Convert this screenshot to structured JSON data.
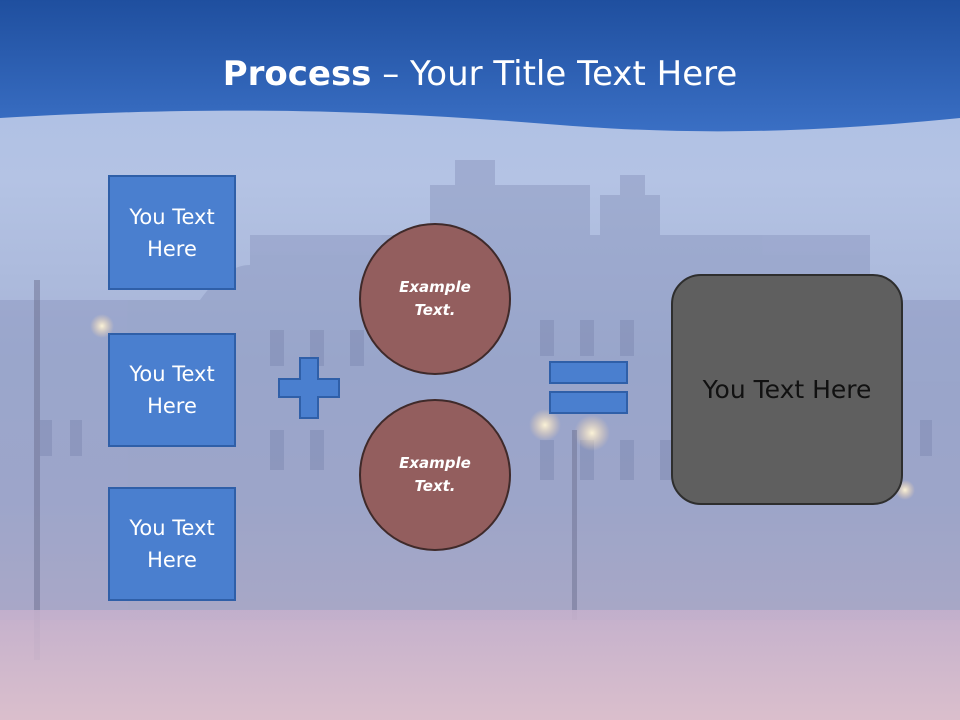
{
  "slide": {
    "title_bold": "Process",
    "title_rest": " – Your Title Text Here"
  },
  "left_boxes": [
    {
      "label": "You Text Here"
    },
    {
      "label": "You Text Here"
    },
    {
      "label": "You Text Here"
    }
  ],
  "circles": [
    {
      "label": "Example Text."
    },
    {
      "label": "Example Text."
    }
  ],
  "result": {
    "label": "You Text Here"
  },
  "colors": {
    "header_blue": "#2f62b5",
    "box_blue": "#4a7fcf",
    "circle_brown": "#935e5e",
    "result_gray": "#5f5f5f"
  },
  "icons": {
    "plus": "plus-icon",
    "equals": "equals-icon"
  }
}
